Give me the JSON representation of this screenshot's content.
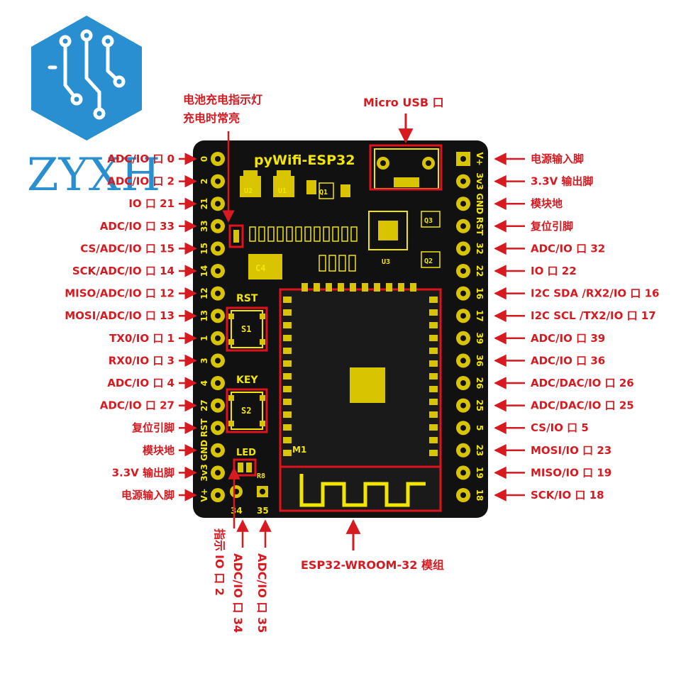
{
  "logo": {
    "text": "ZYXH",
    "color": "#2a8fd0",
    "icon": "circuit-hexagon-icon"
  },
  "board": {
    "title": "pyWifi-ESP32",
    "module_silk": "M1",
    "rst_silk": "RST",
    "key_silk": "KEY",
    "led_silk": "LED",
    "s1_silk": "S1",
    "s2_silk": "S2",
    "c4_silk": "C4",
    "u1_silk": "U1",
    "u2_silk": "U2",
    "u3_silk": "U3",
    "q1_silk": "Q1",
    "q2_silk": "Q2",
    "q3_silk": "Q3",
    "r8_silk": "R8",
    "pin34_silk": "34",
    "pin35_silk": "35",
    "board_color": "#111111",
    "silk_color": "#f2e600",
    "pad_color": "#d8c400",
    "highlight_color": "#e0121b"
  },
  "left_pins": [
    {
      "silk": "0",
      "label": "ADC/IO 口 0"
    },
    {
      "silk": "2",
      "label": "ADC/IO 口 2"
    },
    {
      "silk": "21",
      "label": "IO 口 21"
    },
    {
      "silk": "33",
      "label": "ADC/IO 口 33"
    },
    {
      "silk": "15",
      "label": "CS/ADC/IO 口 15"
    },
    {
      "silk": "14",
      "label": "SCK/ADC/IO 口 14"
    },
    {
      "silk": "12",
      "label": "MISO/ADC/IO 口 12"
    },
    {
      "silk": "13",
      "label": "MOSI/ADC/IO 口 13"
    },
    {
      "silk": "1",
      "label": "TX0/IO 口 1"
    },
    {
      "silk": "3",
      "label": "RX0/IO 口 3"
    },
    {
      "silk": "4",
      "label": "ADC/IO 口 4"
    },
    {
      "silk": "27",
      "label": "ADC/IO 口 27"
    },
    {
      "silk": "RST",
      "label": "复位引脚"
    },
    {
      "silk": "GND",
      "label": "模块地"
    },
    {
      "silk": "3v3",
      "label": "3.3V 输出脚"
    },
    {
      "silk": "V+",
      "label": "电源输入脚"
    }
  ],
  "right_pins": [
    {
      "silk": "V+",
      "label": "电源输入脚"
    },
    {
      "silk": "3v3",
      "label": "3.3V 输出脚"
    },
    {
      "silk": "GND",
      "label": "模块地"
    },
    {
      "silk": "RST",
      "label": "复位引脚"
    },
    {
      "silk": "32",
      "label": "ADC/IO 口 32"
    },
    {
      "silk": "22",
      "label": "IO 口 22"
    },
    {
      "silk": "16",
      "label": "I2C SDA /RX2/IO 口 16"
    },
    {
      "silk": "17",
      "label": "I2C SCL /TX2/IO 口 17"
    },
    {
      "silk": "39",
      "label": "ADC/IO 口 39"
    },
    {
      "silk": "36",
      "label": "ADC/IO 口 36"
    },
    {
      "silk": "26",
      "label": "ADC/DAC/IO 口 26"
    },
    {
      "silk": "25",
      "label": "ADC/DAC/IO 口 25"
    },
    {
      "silk": "5",
      "label": "CS/IO 口 5"
    },
    {
      "silk": "23",
      "label": "MOSI/IO 口 23"
    },
    {
      "silk": "19",
      "label": "MISO/IO 口 19"
    },
    {
      "silk": "18",
      "label": "SCK/IO 口 18"
    }
  ],
  "notes": {
    "charge_led_line1": "电池充电指示灯",
    "charge_led_line2": "充电时常亮",
    "micro_usb": "Micro USB 口",
    "module_name": "ESP32-WROOM-32 模组",
    "io2_label": "IO 口 2",
    "io2_sub": "指示",
    "io34_label": "ADC/IO 口 34",
    "io35_label": "ADC/IO 口 35"
  }
}
